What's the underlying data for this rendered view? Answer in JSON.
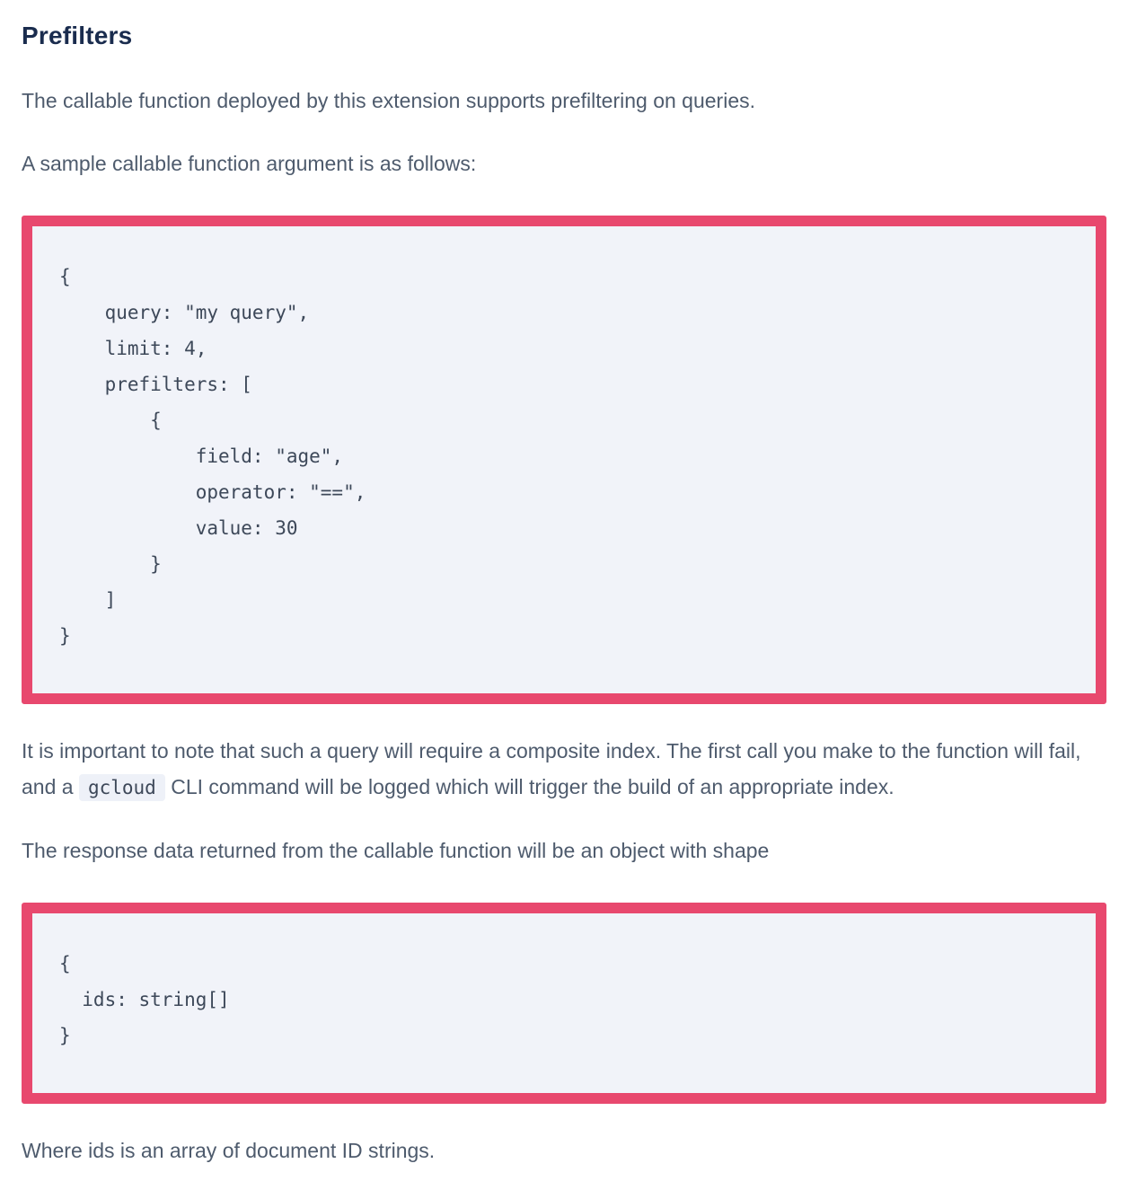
{
  "article": {
    "heading": "Prefilters",
    "intro": "The callable function deployed by this extension supports prefiltering on queries.",
    "sample_lead": "A sample callable function argument is as follows:",
    "code_sample_argument": "{\n    query: \"my query\",\n    limit: 4,\n    prefilters: [\n        {\n            field: \"age\",\n            operator: \"==\",\n            value: 30\n        }\n    ]\n}",
    "index_note": {
      "before_code": "It is important to note that such a query will require a composite index. The first call you make to the function will fail, and a ",
      "inline_code": "gcloud",
      "after_code": " CLI command will be logged which will trigger the build of an appropriate index."
    },
    "response_lead": "The response data returned from the callable function will be an object with shape",
    "code_response_shape": "{\n  ids: string[]\n}",
    "ids_note": "Where ids is an array of document ID strings."
  },
  "colors": {
    "heading_color": "#1a2c4e",
    "body_color": "#4e5b6d",
    "accent_border": "#e8486e",
    "code_bg": "#f1f3f9",
    "code_text": "#3d4859",
    "inline_code_bg": "#eef1f8",
    "page_bg": "#ffffff"
  }
}
